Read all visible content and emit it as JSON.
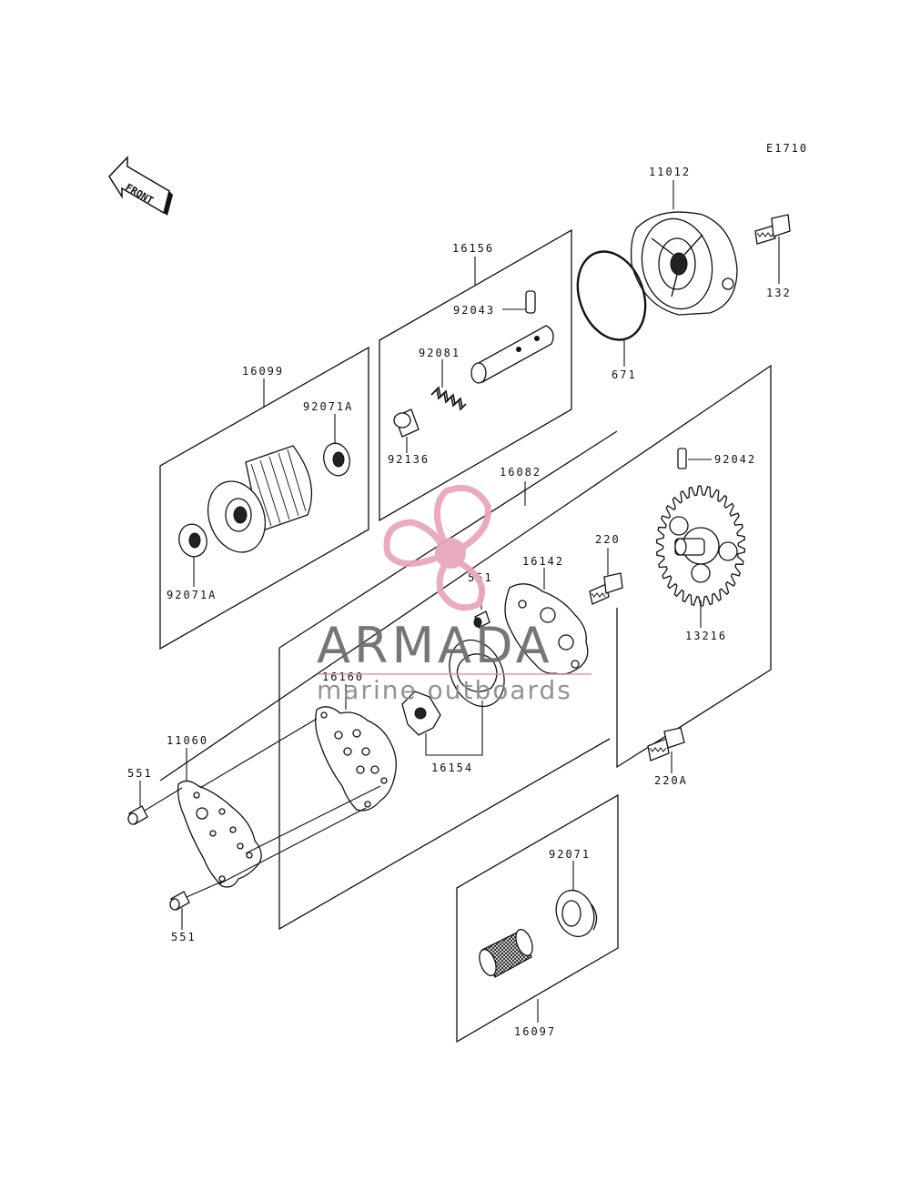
{
  "diagram": {
    "code": "E1710",
    "front_label": "FRONT",
    "parts": {
      "cover": "11012",
      "cover_bolt": "132",
      "oring": "671",
      "relief_valve_assy": "16156",
      "pin_92043": "92043",
      "spring": "92081",
      "plug": "92136",
      "oil_filter": "16099",
      "seal_top": "92071A",
      "seal_bottom": "92071A",
      "pump_assy": "16082",
      "pin_92042": "92042",
      "gear": "13216",
      "bolt_220": "220",
      "bolt_220a": "220A",
      "dowel_pump": "551",
      "pump_cover": "16142",
      "plate": "16160",
      "rotor": "16154",
      "gasket": "11060",
      "dowel_top": "551",
      "dowel_bottom": "551",
      "strainer_seal": "92071",
      "strainer": "16097"
    }
  },
  "watermark": {
    "brand": "ARMADA",
    "tagline": "marine outboards",
    "colors": {
      "prop": "#e8a3bd",
      "text": "#6b6b6b",
      "rule": "#e08aab"
    }
  }
}
